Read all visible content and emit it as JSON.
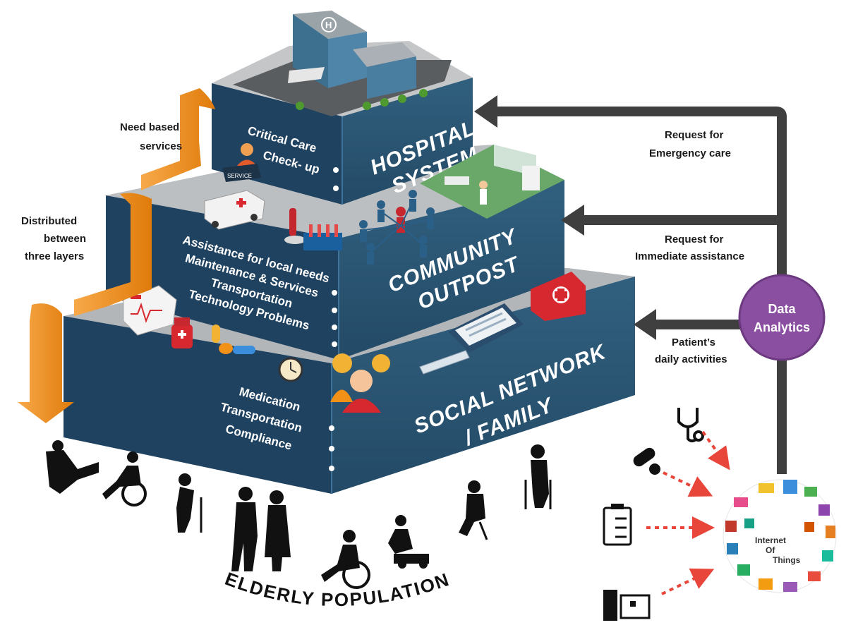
{
  "tiers": {
    "hospital": {
      "title_lines": [
        "HOSPITAL",
        "SYSTEM"
      ],
      "services": [
        "Critical Care",
        "Check- up"
      ]
    },
    "community": {
      "title_lines": [
        "COMMUNITY",
        "OUTPOST"
      ],
      "services": [
        "Assistance for local needs",
        "Maintenance & Services",
        "Transportation",
        "Technology Problems"
      ]
    },
    "social": {
      "title_lines": [
        "SOCIAL NETWORK",
        "/ FAMILY"
      ],
      "services": [
        "Medication",
        "Transportation",
        "Compliance"
      ]
    }
  },
  "left_labels": {
    "need_based": [
      "Need based",
      "services"
    ],
    "distributed": [
      "Distributed",
      "between",
      "three layers"
    ]
  },
  "arrows": {
    "emergency": [
      "Request for",
      "Emergency care"
    ],
    "immediate": [
      "Request for",
      "Immediate assistance"
    ],
    "daily": [
      "Patient’s",
      "daily activities"
    ]
  },
  "analytics": [
    "Data",
    "Analytics"
  ],
  "iot": [
    "Internet",
    "Of",
    "Things"
  ],
  "bottom_label": "ELDERLY POPULATION",
  "colors": {
    "tier_face": "#2d5777",
    "tier_dark": "#1e3f5a",
    "tier_top": "#b9bcbf",
    "arrow_gray": "#3f3f3f",
    "arrow_orange": "#f29117",
    "analytics_purple": "#8a4fa0",
    "iot_arrow_red": "#e8463a"
  }
}
